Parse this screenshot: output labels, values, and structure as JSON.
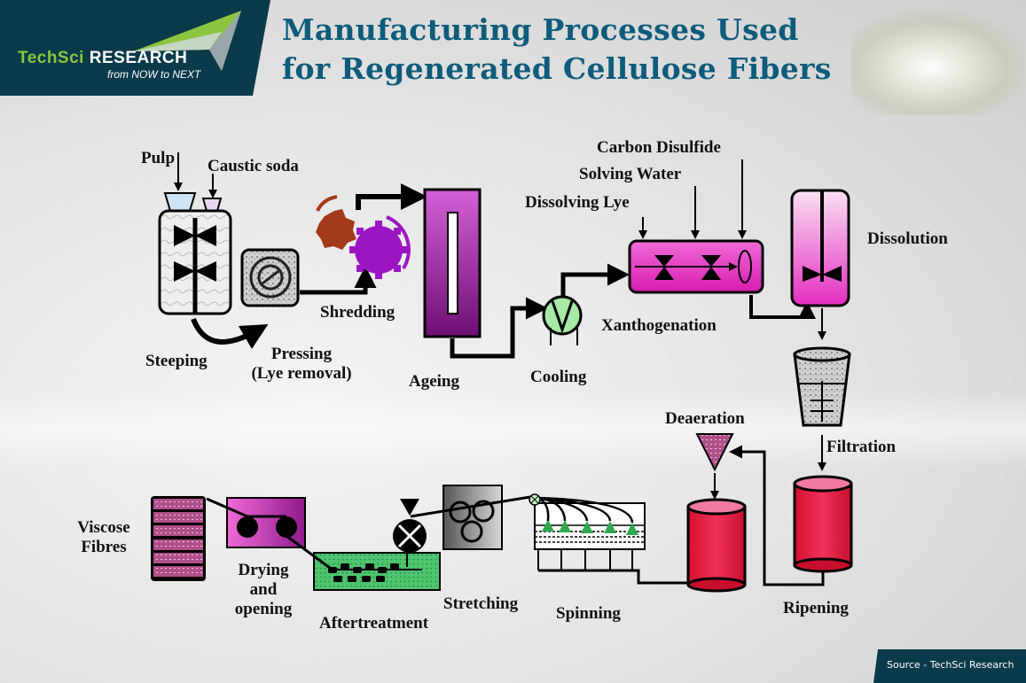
{
  "brand": {
    "name_part1": "TechSci",
    "name_part2": "Research",
    "tagline": "from NOW to NEXT",
    "colors": {
      "panel": "#0b3a4a",
      "accent_green": "#8cc63f",
      "title": "#0e5c7b"
    }
  },
  "title": {
    "line1": "Manufacturing Processes Used",
    "line2": "for Regenerated Cellulose Fibers"
  },
  "diagram": {
    "inputs": {
      "pulp": "Pulp",
      "caustic_soda": "Caustic soda",
      "carbon_disulfide": "Carbon Disulfide",
      "solving_water": "Solving Water",
      "dissolving_lye": "Dissolving Lye"
    },
    "steps": {
      "steeping": "Steeping",
      "pressing_line1": "Pressing",
      "pressing_line2": "(Lye removal)",
      "shredding": "Shredding",
      "ageing": "Ageing",
      "cooling": "Cooling",
      "xanthogenation": "Xanthogenation",
      "dissolution": "Dissolution",
      "filtration": "Filtration",
      "ripening": "Ripening",
      "deaeration": "Deaeration",
      "spinning": "Spinning",
      "stretching": "Stretching",
      "aftertreatment": "Aftertreatment",
      "drying_line1": "Drying",
      "drying_line2": "and",
      "drying_line3": "opening",
      "viscose_line1": "Viscose",
      "viscose_line2": "Fibres"
    },
    "colors": {
      "magenta": "#e52fc8",
      "purple": "#8b1a8f",
      "red_tank": "#e8163f",
      "green": "#3cb867",
      "gear_brown": "#a33a1c",
      "gear_purple": "#9b16c2"
    }
  },
  "footer": {
    "source": "Source - TechSci Research"
  }
}
